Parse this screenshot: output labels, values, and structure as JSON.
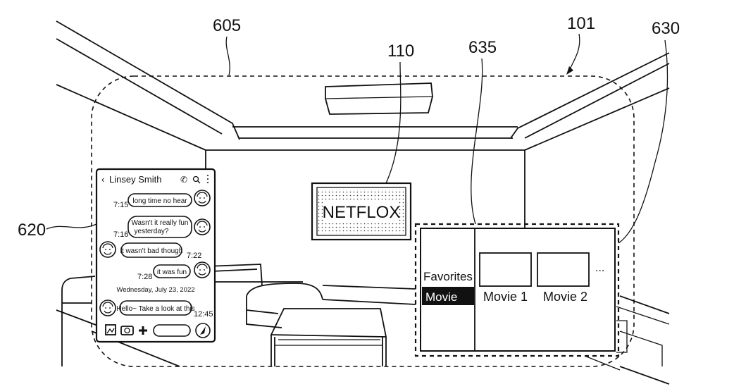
{
  "figure": {
    "reference_numerals": {
      "glasses_view": "605",
      "device": "101",
      "panel": "630",
      "tv": "110",
      "menu_box": "635",
      "chat_window": "620"
    },
    "tv_screen_text": "NETFLOX",
    "chat": {
      "contact_name": "Linsey Smith",
      "messages": [
        {
          "time": "7:15",
          "text_lines": [
            "long time no hear"
          ],
          "side": "right"
        },
        {
          "time": "7:16",
          "text_lines": [
            "Wasn't it really fun",
            "yesterday?"
          ],
          "side": "right"
        },
        {
          "time": "7:22",
          "text_lines": [
            "it wasn't bad though"
          ],
          "side": "left"
        },
        {
          "time": "7:28",
          "text_lines": [
            "it was fun"
          ],
          "side": "right"
        },
        {
          "time": "12:45",
          "text_lines": [
            "Hello~ Take a look at this"
          ],
          "side": "left"
        }
      ],
      "date_divider": "Wednesday, July 23, 2022"
    },
    "menu": {
      "category_label": "Favorites",
      "selected_item": "Movie",
      "tiles": [
        "Movie 1",
        "Movie 2"
      ],
      "more_indicator": "..."
    }
  }
}
